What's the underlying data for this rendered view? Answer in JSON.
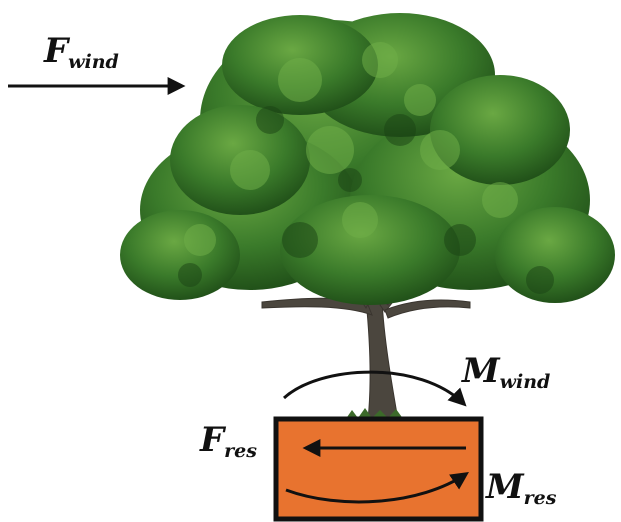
{
  "labels": {
    "wind_force": {
      "symbol": "F",
      "subscript": "wind"
    },
    "wind_moment": {
      "symbol": "M",
      "subscript": "wind"
    },
    "resisting_force": {
      "symbol": "F",
      "subscript": "res"
    },
    "resisting_moment": {
      "symbol": "M",
      "subscript": "res"
    }
  },
  "colors": {
    "foliage_dark": "#1f4f18",
    "foliage_mid": "#2f6f23",
    "foliage_light": "#5a9a3a",
    "trunk": "#4a463f",
    "root_block": "#e8732f",
    "outline": "#111111"
  }
}
